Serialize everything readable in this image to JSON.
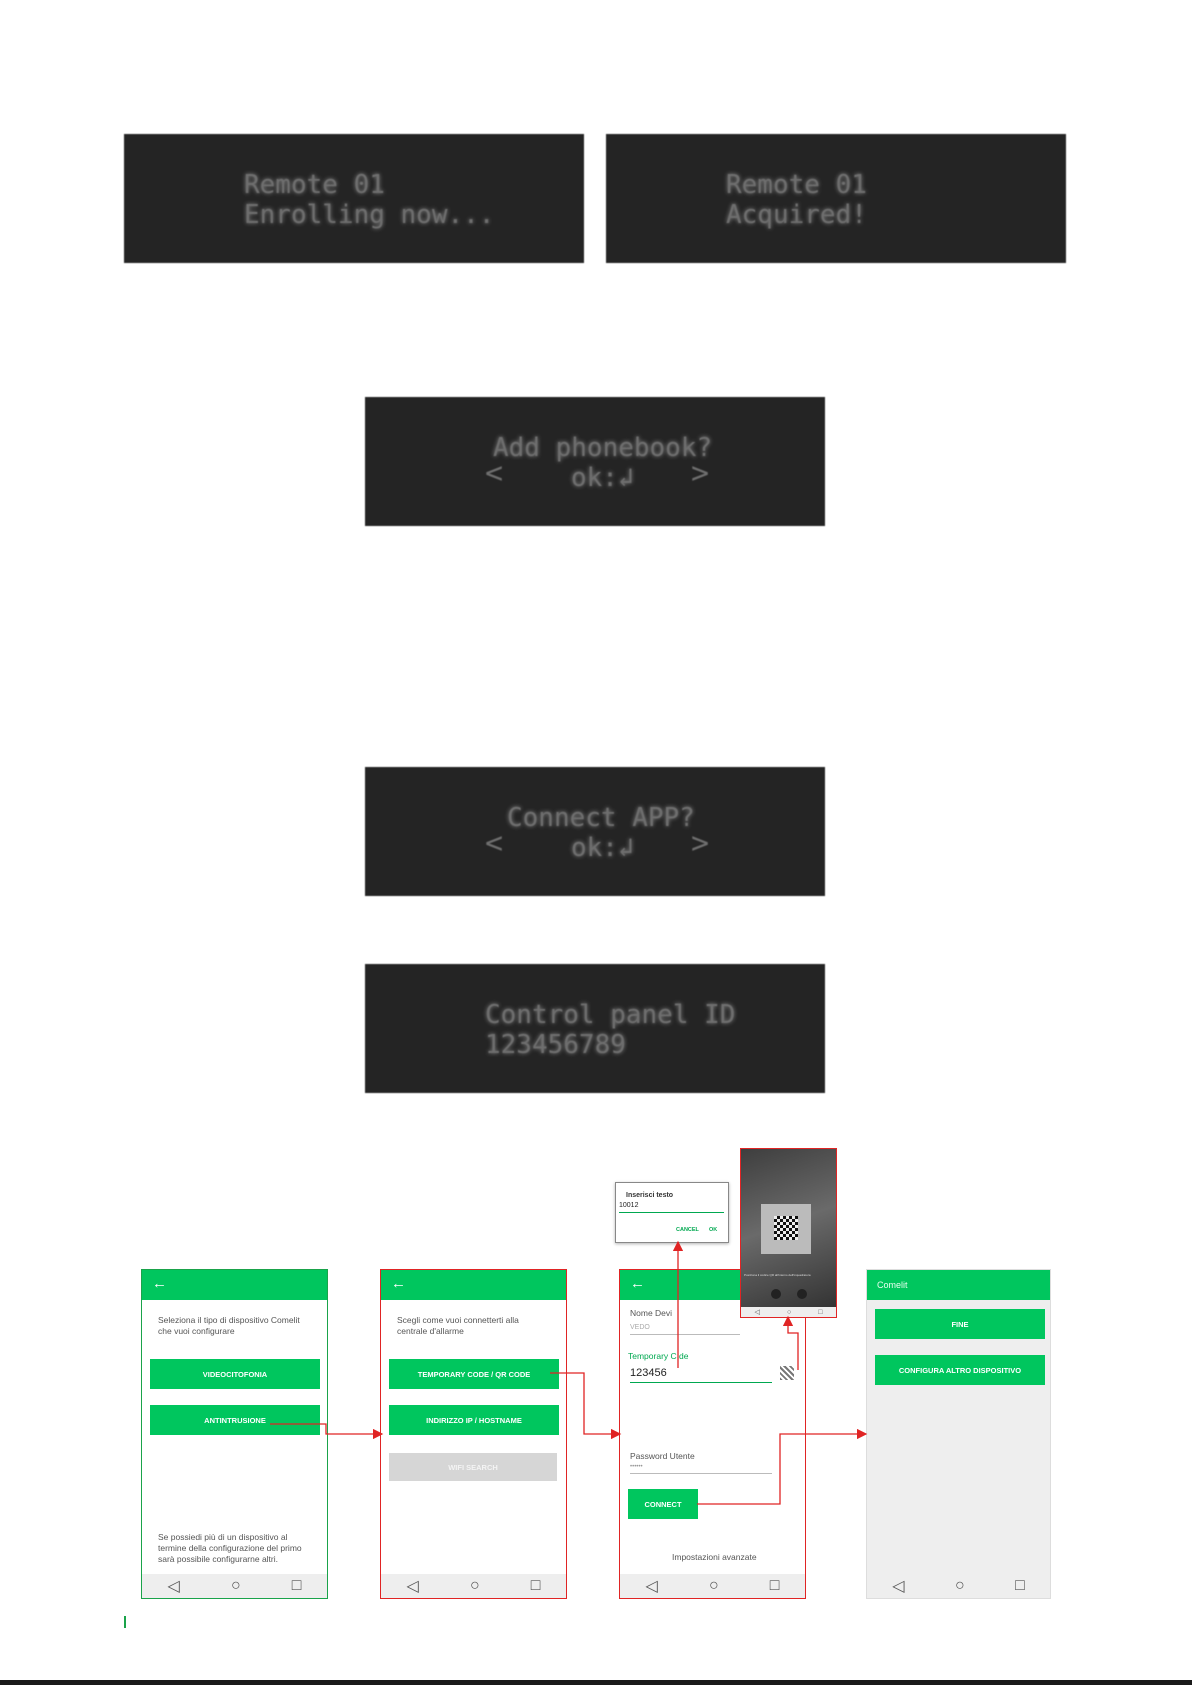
{
  "lcd_screens": [
    {
      "line1": "Remote 01",
      "line2": "Enrolling now..."
    },
    {
      "line1": "Remote 01",
      "line2": "Acquired!"
    },
    {
      "line1": "Add phonebook?",
      "line2": "ok:↲",
      "prev": "<",
      "next": ">"
    },
    {
      "line1": "Connect APP?",
      "line2": "ok:↲",
      "prev": "<",
      "next": ">"
    },
    {
      "line1": "Control panel ID",
      "line2": "123456789"
    }
  ],
  "phone1": {
    "instruction": "Seleziona il tipo di dispositivo Comelit che vuoi configurare",
    "buttons": [
      "VIDEOCITOFONIA",
      "ANTINTRUSIONE"
    ],
    "footer_note": "Se possiedi più di un dispositivo al termine della configurazione del primo sarà possibile configurarne altri."
  },
  "phone2": {
    "instruction": "Scegli come vuoi connetterti alla centrale d'allarme",
    "buttons": [
      "TEMPORARY CODE / QR CODE",
      "INDIRIZZO IP / HOSTNAME",
      "WIFI SEARCH"
    ]
  },
  "phone3": {
    "device_name_label": "Nome Devi",
    "device_name_value": "VEDO",
    "temp_code_label": "Temporary C de",
    "temp_code_value": "123456",
    "password_label": "Password Utente",
    "password_value": "••••••",
    "connect_button": "CONNECT",
    "advanced": "Impostazioni avanzate"
  },
  "dialog": {
    "title": "Inserisci testo",
    "value": "10012",
    "cancel": "CANCEL",
    "ok": "OK"
  },
  "qr_scanner": {
    "hint": "Posiziona il codice QR all'interno dell'inquadratura"
  },
  "phone4": {
    "brand": "Comelit",
    "buttons": [
      "FINE",
      "CONFIGURA ALTRO DISPOSITIVO"
    ]
  },
  "nav_icons": [
    "back-triangle-icon",
    "home-circle-icon",
    "recents-square-icon"
  ],
  "colors": {
    "accent": "#00c65e",
    "arrow": "#e02424",
    "lcd": "#242424"
  }
}
